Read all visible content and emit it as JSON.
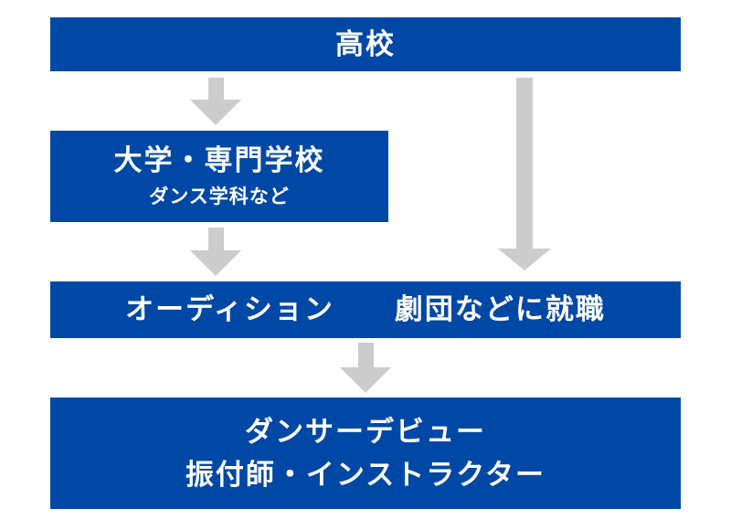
{
  "colors": {
    "box_blue": "#0048a6",
    "arrow_gray": "#cccccc",
    "box_text": "#ffffff",
    "background": "#ffffff"
  },
  "flowchart": {
    "highschool": {
      "title": "高校"
    },
    "university": {
      "title": "大学・専門学校",
      "subtitle": "ダンス学科など"
    },
    "audition": {
      "left_label": "オーディション",
      "right_label": "劇団などに就職"
    },
    "debut": {
      "line1": "ダンサーデビュー",
      "line2": "振付師・インストラクター"
    }
  }
}
